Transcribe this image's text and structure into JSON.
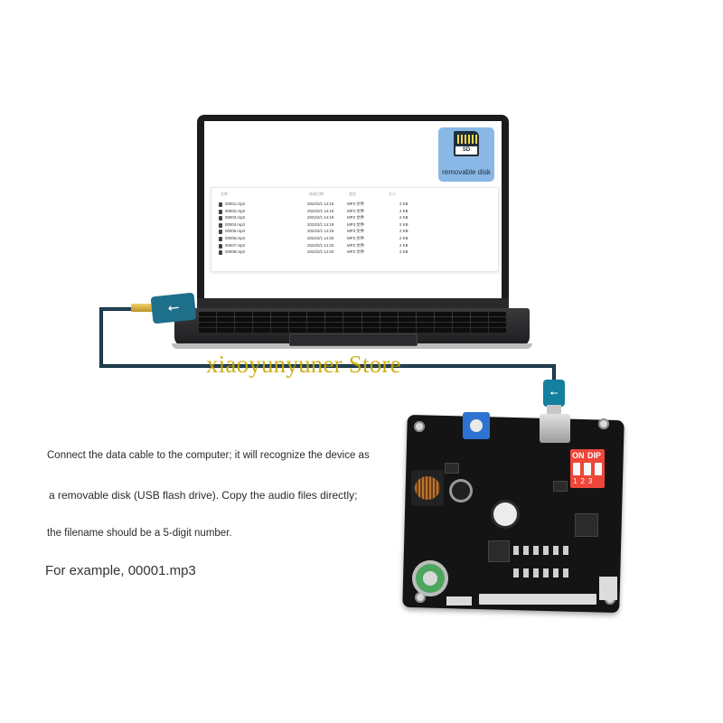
{
  "disk_icon": {
    "label": "removable disk",
    "card_logo": "SD"
  },
  "file_list": {
    "columns": [
      "名称",
      "修改日期",
      "类型",
      "大小"
    ],
    "files": [
      {
        "name": "00001.mp3",
        "date": "2022/2/1 14:18",
        "type": "MP3 文件",
        "size": "2 KB"
      },
      {
        "name": "00002.mp3",
        "date": "2022/2/1 14:19",
        "type": "MP3 文件",
        "size": "2 KB"
      },
      {
        "name": "00003.mp3",
        "date": "2022/2/1 14:19",
        "type": "MP3 文件",
        "size": "2 KB"
      },
      {
        "name": "00004.mp3",
        "date": "2022/2/1 14:19",
        "type": "MP3 文件",
        "size": "2 KB"
      },
      {
        "name": "00005.mp3",
        "date": "2022/2/1 14:19",
        "type": "MP3 文件",
        "size": "2 KB"
      },
      {
        "name": "00006.mp3",
        "date": "2022/2/1 14:20",
        "type": "MP3 文件",
        "size": "2 KB"
      },
      {
        "name": "00007.mp3",
        "date": "2022/2/1 14:20",
        "type": "MP3 文件",
        "size": "2 KB"
      },
      {
        "name": "00008.mp3",
        "date": "2022/2/1 14:20",
        "type": "MP3 文件",
        "size": "2 KB"
      }
    ]
  },
  "watermark": "xiaoyunyuner Store",
  "instructions": {
    "line1": "Connect the data cable to the computer; it will recognize the device as",
    "line2": "a removable disk (USB flash drive). Copy the audio files directly;",
    "line3": "the filename should be a 5-digit number.",
    "example": "For example, 00001.mp3"
  },
  "usb_symbol": "⭠",
  "pcb": {
    "dip_on": "ON",
    "dip_label": "DIP",
    "dip_numbers": "123"
  },
  "colors": {
    "cable": "#0f2a3a",
    "usb_adapter": "#1e6f8a",
    "disk_tile": "#8ab8e6",
    "dip_switch": "#ee4638",
    "potentiometer": "#2e73d1",
    "watermark": "#c8a800"
  }
}
